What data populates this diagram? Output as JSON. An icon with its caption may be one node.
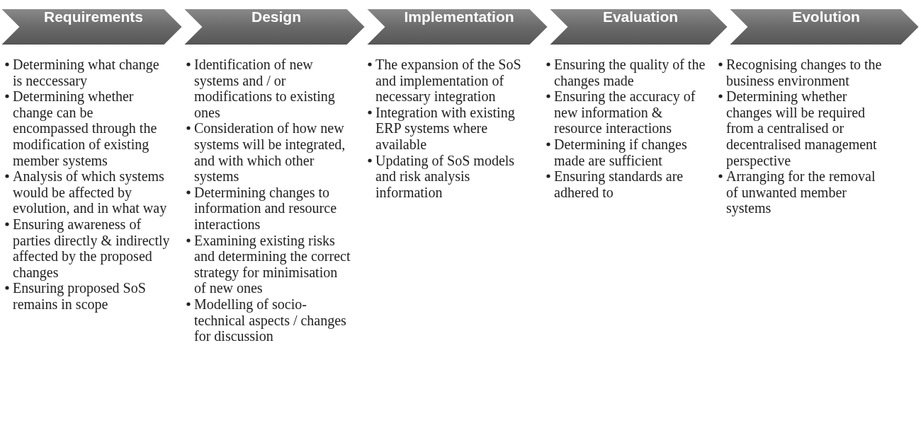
{
  "diagram": {
    "nodes": [
      {
        "text": [
          "Requirements"
        ],
        "beside": [
          "Determining what change is neccessary",
          "Determining whether change can be encompassed through the modification of existing member systems",
          "Analysis of which systems would be affected by evolution, and in what way",
          "Ensuring awareness of parties directly & indirectly affected by the proposed changes",
          "Ensuring proposed SoS remains in scope"
        ]
      },
      {
        "text": [
          "Design"
        ],
        "beside": [
          "Identification of new systems and / or modifications to existing ones",
          "Consideration of how new systems will be integrated, and with which other systems",
          "Determining changes to information and resource interactions",
          "Examining existing risks and determining the correct strategy for minimisation of new ones",
          "Modelling of socio-technical aspects / changes for discussion"
        ]
      },
      {
        "text": [
          "Implementation"
        ],
        "beside": [
          "The expansion of the SoS and implementation of necessary integration",
          "Integration with existing ERP systems where available",
          "Updating of SoS models and risk analysis information"
        ]
      },
      {
        "text": [
          "Evaluation"
        ],
        "beside": [
          "Ensuring the quality of the changes made",
          "Ensuring the accuracy of new information & resource interactions",
          "Determining if changes made are sufficient",
          "Ensuring standards are adhered to"
        ]
      },
      {
        "text": [
          "Evolution"
        ],
        "beside": [
          "Recognising changes to the business environment",
          "Determining whether changes will be required from a centralised or decentralised management perspective",
          "Arranging for the removal of unwanted member systems"
        ]
      }
    ]
  }
}
